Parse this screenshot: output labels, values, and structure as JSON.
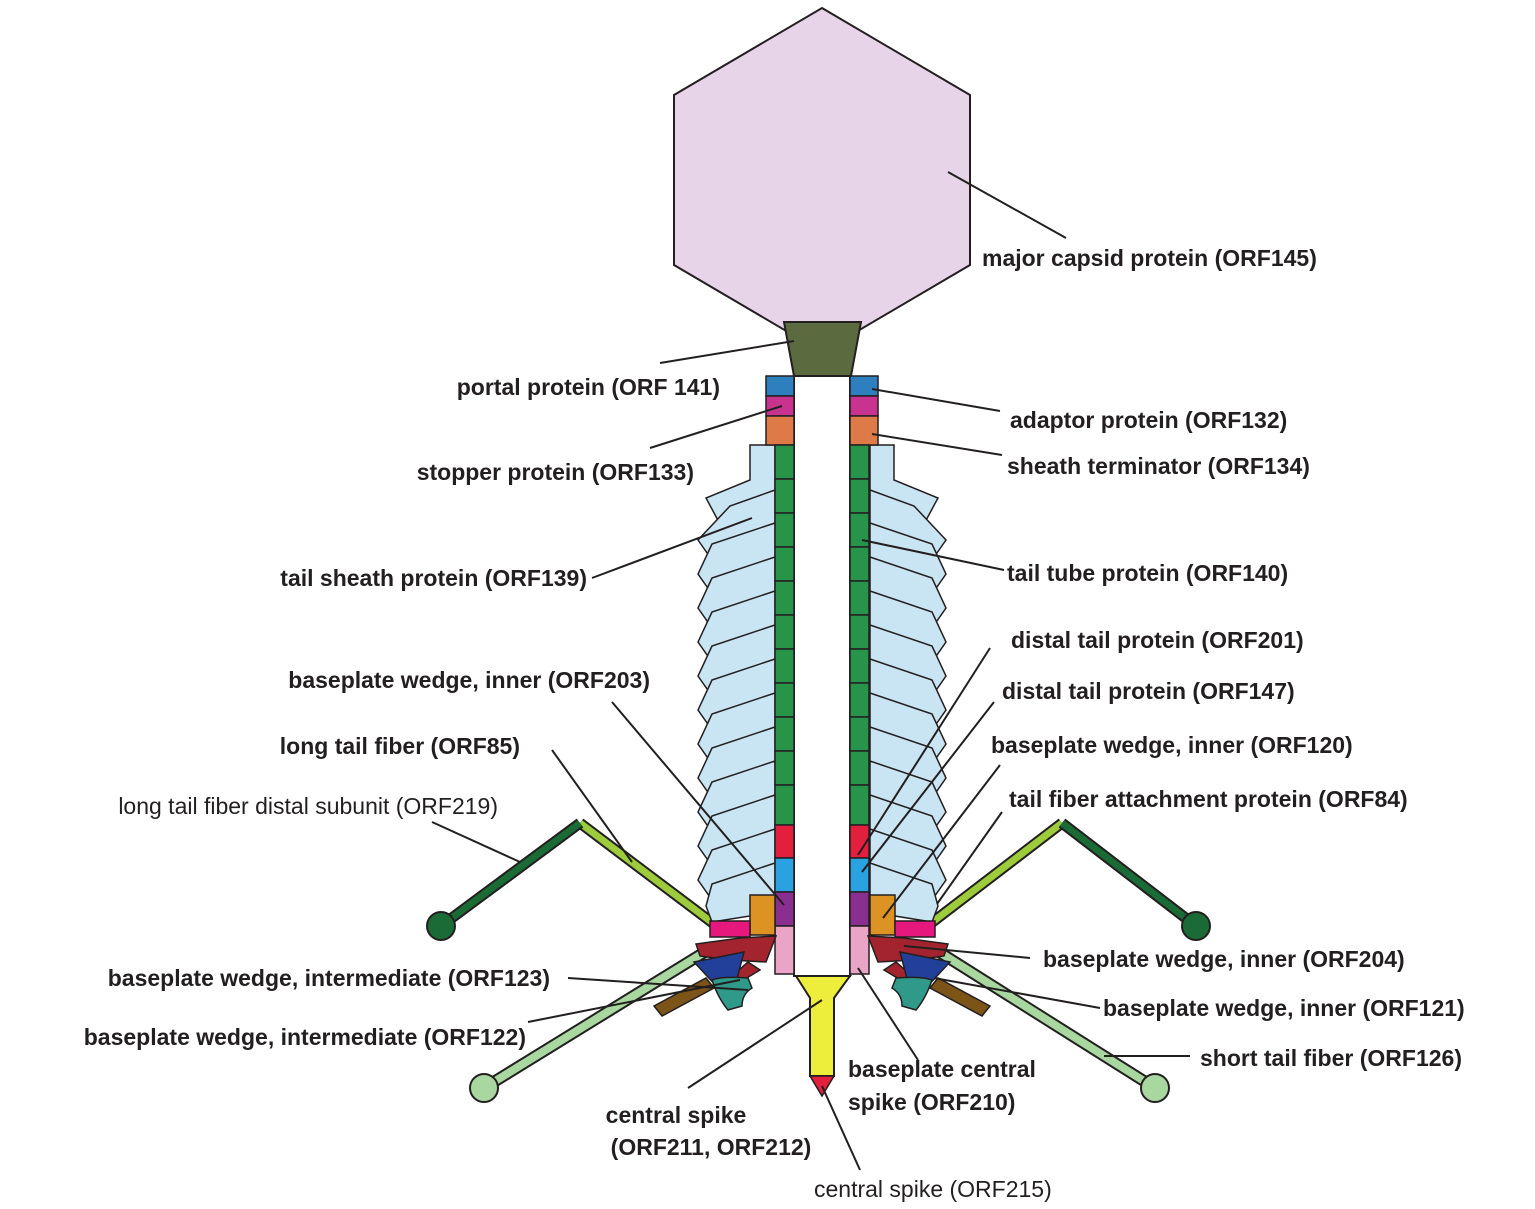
{
  "labels": {
    "major_capsid": "major capsid protein (ORF145)",
    "portal": "portal protein (ORF 141)",
    "adaptor": "adaptor protein (ORF132)",
    "stopper": "stopper protein (ORF133)",
    "sheath_terminator": "sheath terminator (ORF134)",
    "tail_sheath": "tail sheath protein (ORF139)",
    "tail_tube": "tail tube protein (ORF140)",
    "distal_tail_201": "distal tail protein (ORF201)",
    "distal_tail_147": "distal tail protein (ORF147)",
    "bp_wedge_inner_203": "baseplate wedge, inner (ORF203)",
    "bp_wedge_inner_120": "baseplate wedge, inner (ORF120)",
    "long_tail_fiber": "long tail fiber (ORF85)",
    "tail_fiber_attachment": "tail fiber attachment protein (ORF84)",
    "long_tail_fiber_distal": "long tail fiber distal subunit (ORF219)",
    "bp_wedge_inner_204": "baseplate wedge, inner (ORF204)",
    "bp_wedge_intermediate_123": "baseplate wedge, intermediate (ORF123)",
    "bp_wedge_inner_121": "baseplate wedge, inner (ORF121)",
    "bp_wedge_intermediate_122": "baseplate wedge, intermediate (ORF122)",
    "short_tail_fiber": "short tail fiber (ORF126)",
    "bp_central_spike_l1": "baseplate central",
    "bp_central_spike_l2": "spike (ORF210)",
    "central_spike_l1": "central spike",
    "central_spike_l2": "(ORF211, ORF212)",
    "central_spike_215": "central spike (ORF215)"
  },
  "colors": {
    "capsid": "#e8d4e8",
    "portal": "#5b6b3f",
    "adaptor": "#2e7fbd",
    "stopper": "#c8338f",
    "sheath_terminator": "#dd7a47",
    "tube": "#27944a",
    "sheath": "#c9e5f3",
    "distal_red": "#e21f3c",
    "distal_blue": "#2aa1e0",
    "purple": "#8a2f8f",
    "pink_light": "#e9a4c6",
    "orange": "#dc9324",
    "magenta": "#e6187e",
    "dark_red": "#a3242f",
    "navy": "#22409a",
    "brown": "#7d5418",
    "teal": "#2f9a8a",
    "spike_yellow": "#eded3b",
    "long_fiber_light": "#9ccb3b",
    "long_fiber_dark": "#1a6b35",
    "short_fiber": "#a8d8a0"
  }
}
